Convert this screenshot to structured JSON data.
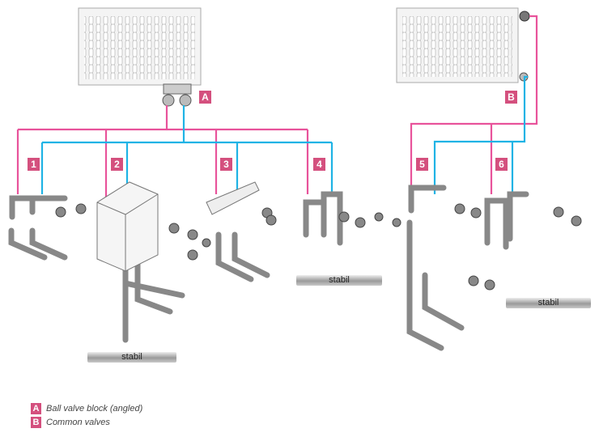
{
  "colors": {
    "supply": "#e8539b",
    "return": "#1fb3e5",
    "tag": "#d4507e"
  },
  "tags": {
    "A": "A",
    "B": "B",
    "n1": "1",
    "n2": "2",
    "n3": "3",
    "n4": "4",
    "n5": "5",
    "n6": "6"
  },
  "stabil": [
    "stabil",
    "stabil",
    "stabil"
  ],
  "legend": [
    {
      "key": "A",
      "text": "Ball valve block (angled)"
    },
    {
      "key": "B",
      "text": "Common valves"
    }
  ]
}
